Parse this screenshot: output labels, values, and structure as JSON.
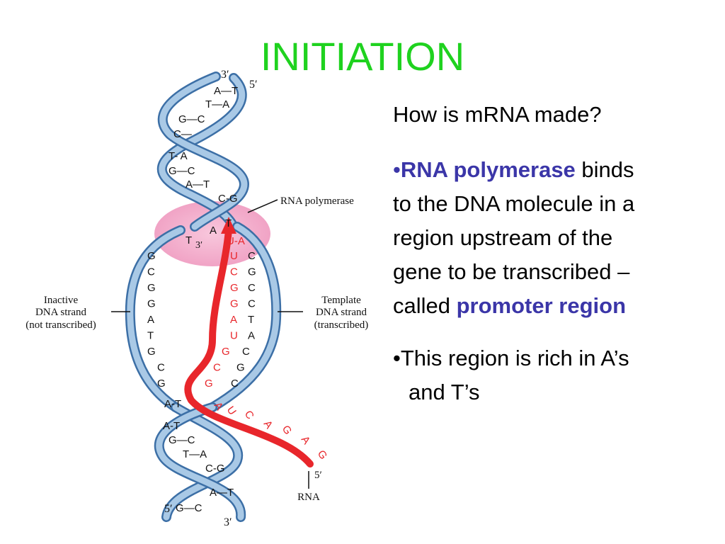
{
  "title": "INITIATION",
  "colors": {
    "title": "#1fd21f",
    "emphasis": "#3b36a8",
    "rna": "#e8262b",
    "polymerase": "#f2a5c6",
    "dna_strand": "#8fb8dc",
    "dna_edge": "#3c6fa6"
  },
  "text_panel": {
    "question": "How is mRNA made?",
    "bullet1": {
      "marker": "•",
      "emphasis": "RNA polymerase",
      "after_emphasis": " binds",
      "line2": "to the DNA molecule in a",
      "line3": "region upstream of the",
      "line4": "gene to be transcribed –",
      "line5_prefix": "called ",
      "line5_emphasis": "promoter region"
    },
    "bullet2": {
      "line1": "•This region is rich in A’s",
      "line2": "and T’s"
    }
  },
  "diagram": {
    "labels": {
      "polymerase": "RNA polymerase",
      "inactive_1": "Inactive",
      "inactive_2": "DNA strand",
      "inactive_3": "(not transcribed)",
      "template_1": "Template",
      "template_2": "DNA strand",
      "template_3": "(transcribed)",
      "rna": "RNA",
      "top_3prime": "3′",
      "top_5prime": "5′",
      "mid_3prime": "3′",
      "rna_5prime": "5′",
      "bottom_5prime": "5′",
      "bottom_3prime": "3′"
    },
    "top_pairs": [
      {
        "row": "A—T"
      },
      {
        "row": "T—A"
      },
      {
        "row": "G—C"
      },
      {
        "row": "C—"
      },
      {
        "row": "T- A"
      },
      {
        "row": "G—C"
      },
      {
        "row": "A—T"
      },
      {
        "row": "C-G"
      }
    ],
    "polymerase_pairs": [
      {
        "left": "A",
        "right": "T"
      },
      {
        "left": "U-A",
        "right": ""
      }
    ],
    "inactive_bases": [
      "G",
      "C",
      "G",
      "G",
      "A",
      "T",
      "G",
      "C",
      "G"
    ],
    "mid_left_t": "T",
    "rna_bases": [
      "U",
      "C",
      "G",
      "G",
      "A",
      "U",
      "G",
      "C",
      "G"
    ],
    "template_bases": [
      "C",
      "G",
      "C",
      "C",
      "T",
      "A",
      "C",
      "G",
      "C"
    ],
    "nascent_rna_bases": [
      "A",
      "U",
      "C",
      "A",
      "G",
      "A",
      "G"
    ],
    "bottom_pairs": [
      {
        "row": "A-T"
      },
      {
        "row": "A-T"
      },
      {
        "row": "G—C"
      },
      {
        "row": "T—A"
      },
      {
        "row": "C-G"
      },
      {
        "row": "A—T"
      },
      {
        "row": "G—C"
      }
    ]
  }
}
